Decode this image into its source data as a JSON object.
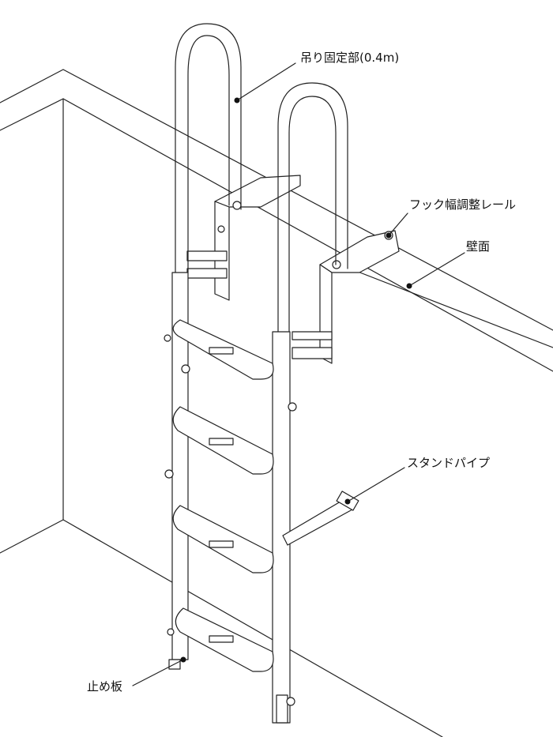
{
  "labels": {
    "hanging_fixture": "吊り固定部(0.4m)",
    "hook_width_rail": "フック幅調整レール",
    "wall_surface": "壁面",
    "stand_pipe": "スタンドパイプ",
    "stopper_plate": "止め板"
  },
  "colors": {
    "line": "#222222",
    "background": "#ffffff",
    "fill": "#ffffff"
  }
}
